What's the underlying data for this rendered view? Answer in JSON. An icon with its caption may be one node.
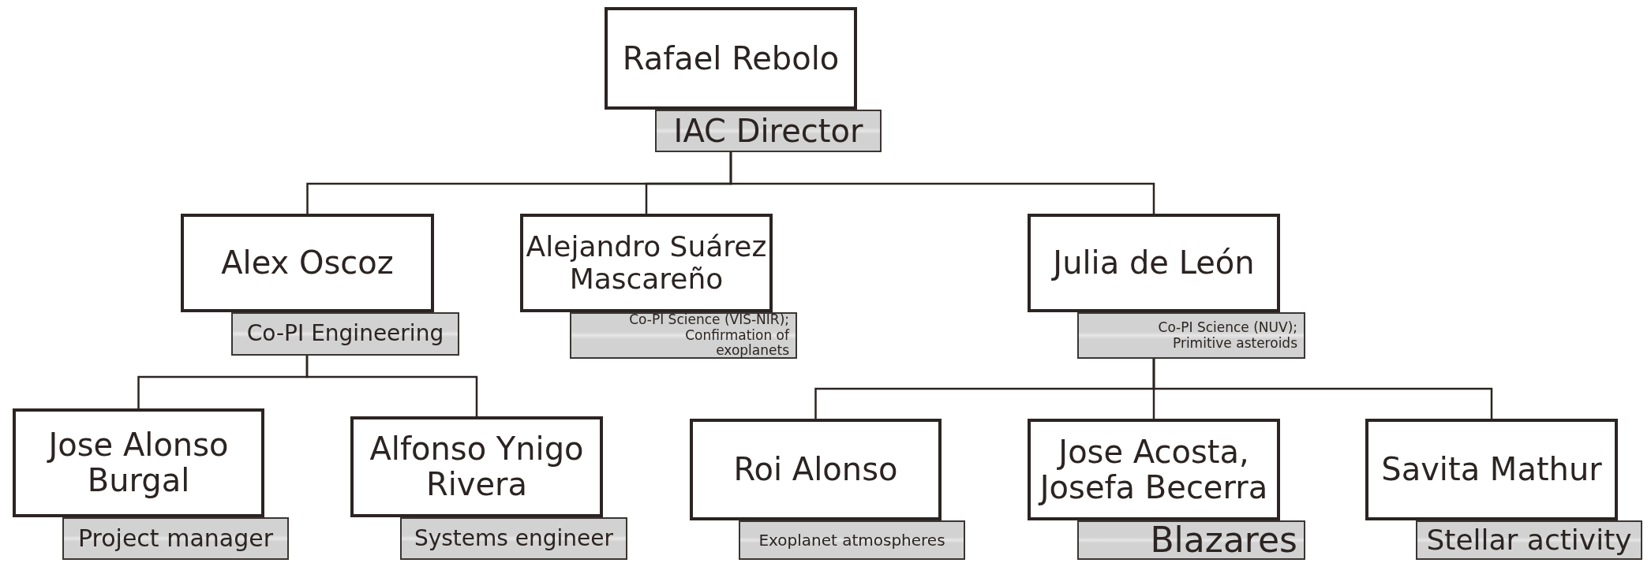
{
  "diagram": {
    "nodes": [
      {
        "text": [
          "Rafael Rebolo"
        ]
      },
      {
        "text": [
          "IAC Director"
        ]
      },
      {
        "text": [
          "Alex Oscoz"
        ]
      },
      {
        "text": [
          "Co-PI Engineering"
        ]
      },
      {
        "text": [
          "Alejandro Suárez Mascareño"
        ]
      },
      {
        "text": [
          "Co-PI Science (VIS-NIR); Confirmation of exoplanets"
        ]
      },
      {
        "text": [
          "Julia de León"
        ]
      },
      {
        "text": [
          "Co-PI Science (NUV); Primitive asteroids"
        ]
      },
      {
        "text": [
          "Jose Alonso Burgal"
        ]
      },
      {
        "text": [
          "Project manager"
        ]
      },
      {
        "text": [
          "Alfonso Ynigo Rivera"
        ]
      },
      {
        "text": [
          "Systems engineer"
        ]
      },
      {
        "text": [
          "Roi Alonso"
        ]
      },
      {
        "text": [
          "Exoplanet atmospheres"
        ]
      },
      {
        "text": [
          "Jose Acosta, Josefa Becerra"
        ]
      },
      {
        "text": [
          "Blazares"
        ]
      },
      {
        "text": [
          "Savita Mathur"
        ]
      },
      {
        "text": [
          "Stellar activity"
        ]
      }
    ],
    "edges": [
      {
        "from": 1,
        "to": 2,
        "arrow": "none"
      },
      {
        "from": 1,
        "to": 4,
        "arrow": "none"
      },
      {
        "from": 1,
        "to": 6,
        "arrow": "none"
      },
      {
        "from": 3,
        "to": 8,
        "arrow": "none"
      },
      {
        "from": 3,
        "to": 10,
        "arrow": "none"
      },
      {
        "from": 7,
        "to": 12,
        "arrow": "none"
      },
      {
        "from": 7,
        "to": 14,
        "arrow": "none"
      },
      {
        "from": 7,
        "to": 16,
        "arrow": "none"
      }
    ]
  }
}
